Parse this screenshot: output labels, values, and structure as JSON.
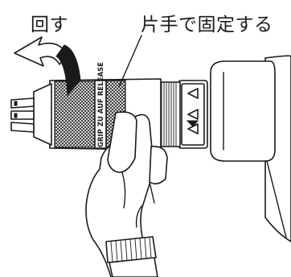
{
  "labels": {
    "rotate": "回す",
    "hold_one_hand": "片手で固定する"
  },
  "chuck": {
    "sleeve_marking": "GRIP ZU AUF RELEASE"
  },
  "colors": {
    "line": "#1a1a1a",
    "background": "#ffffff"
  }
}
